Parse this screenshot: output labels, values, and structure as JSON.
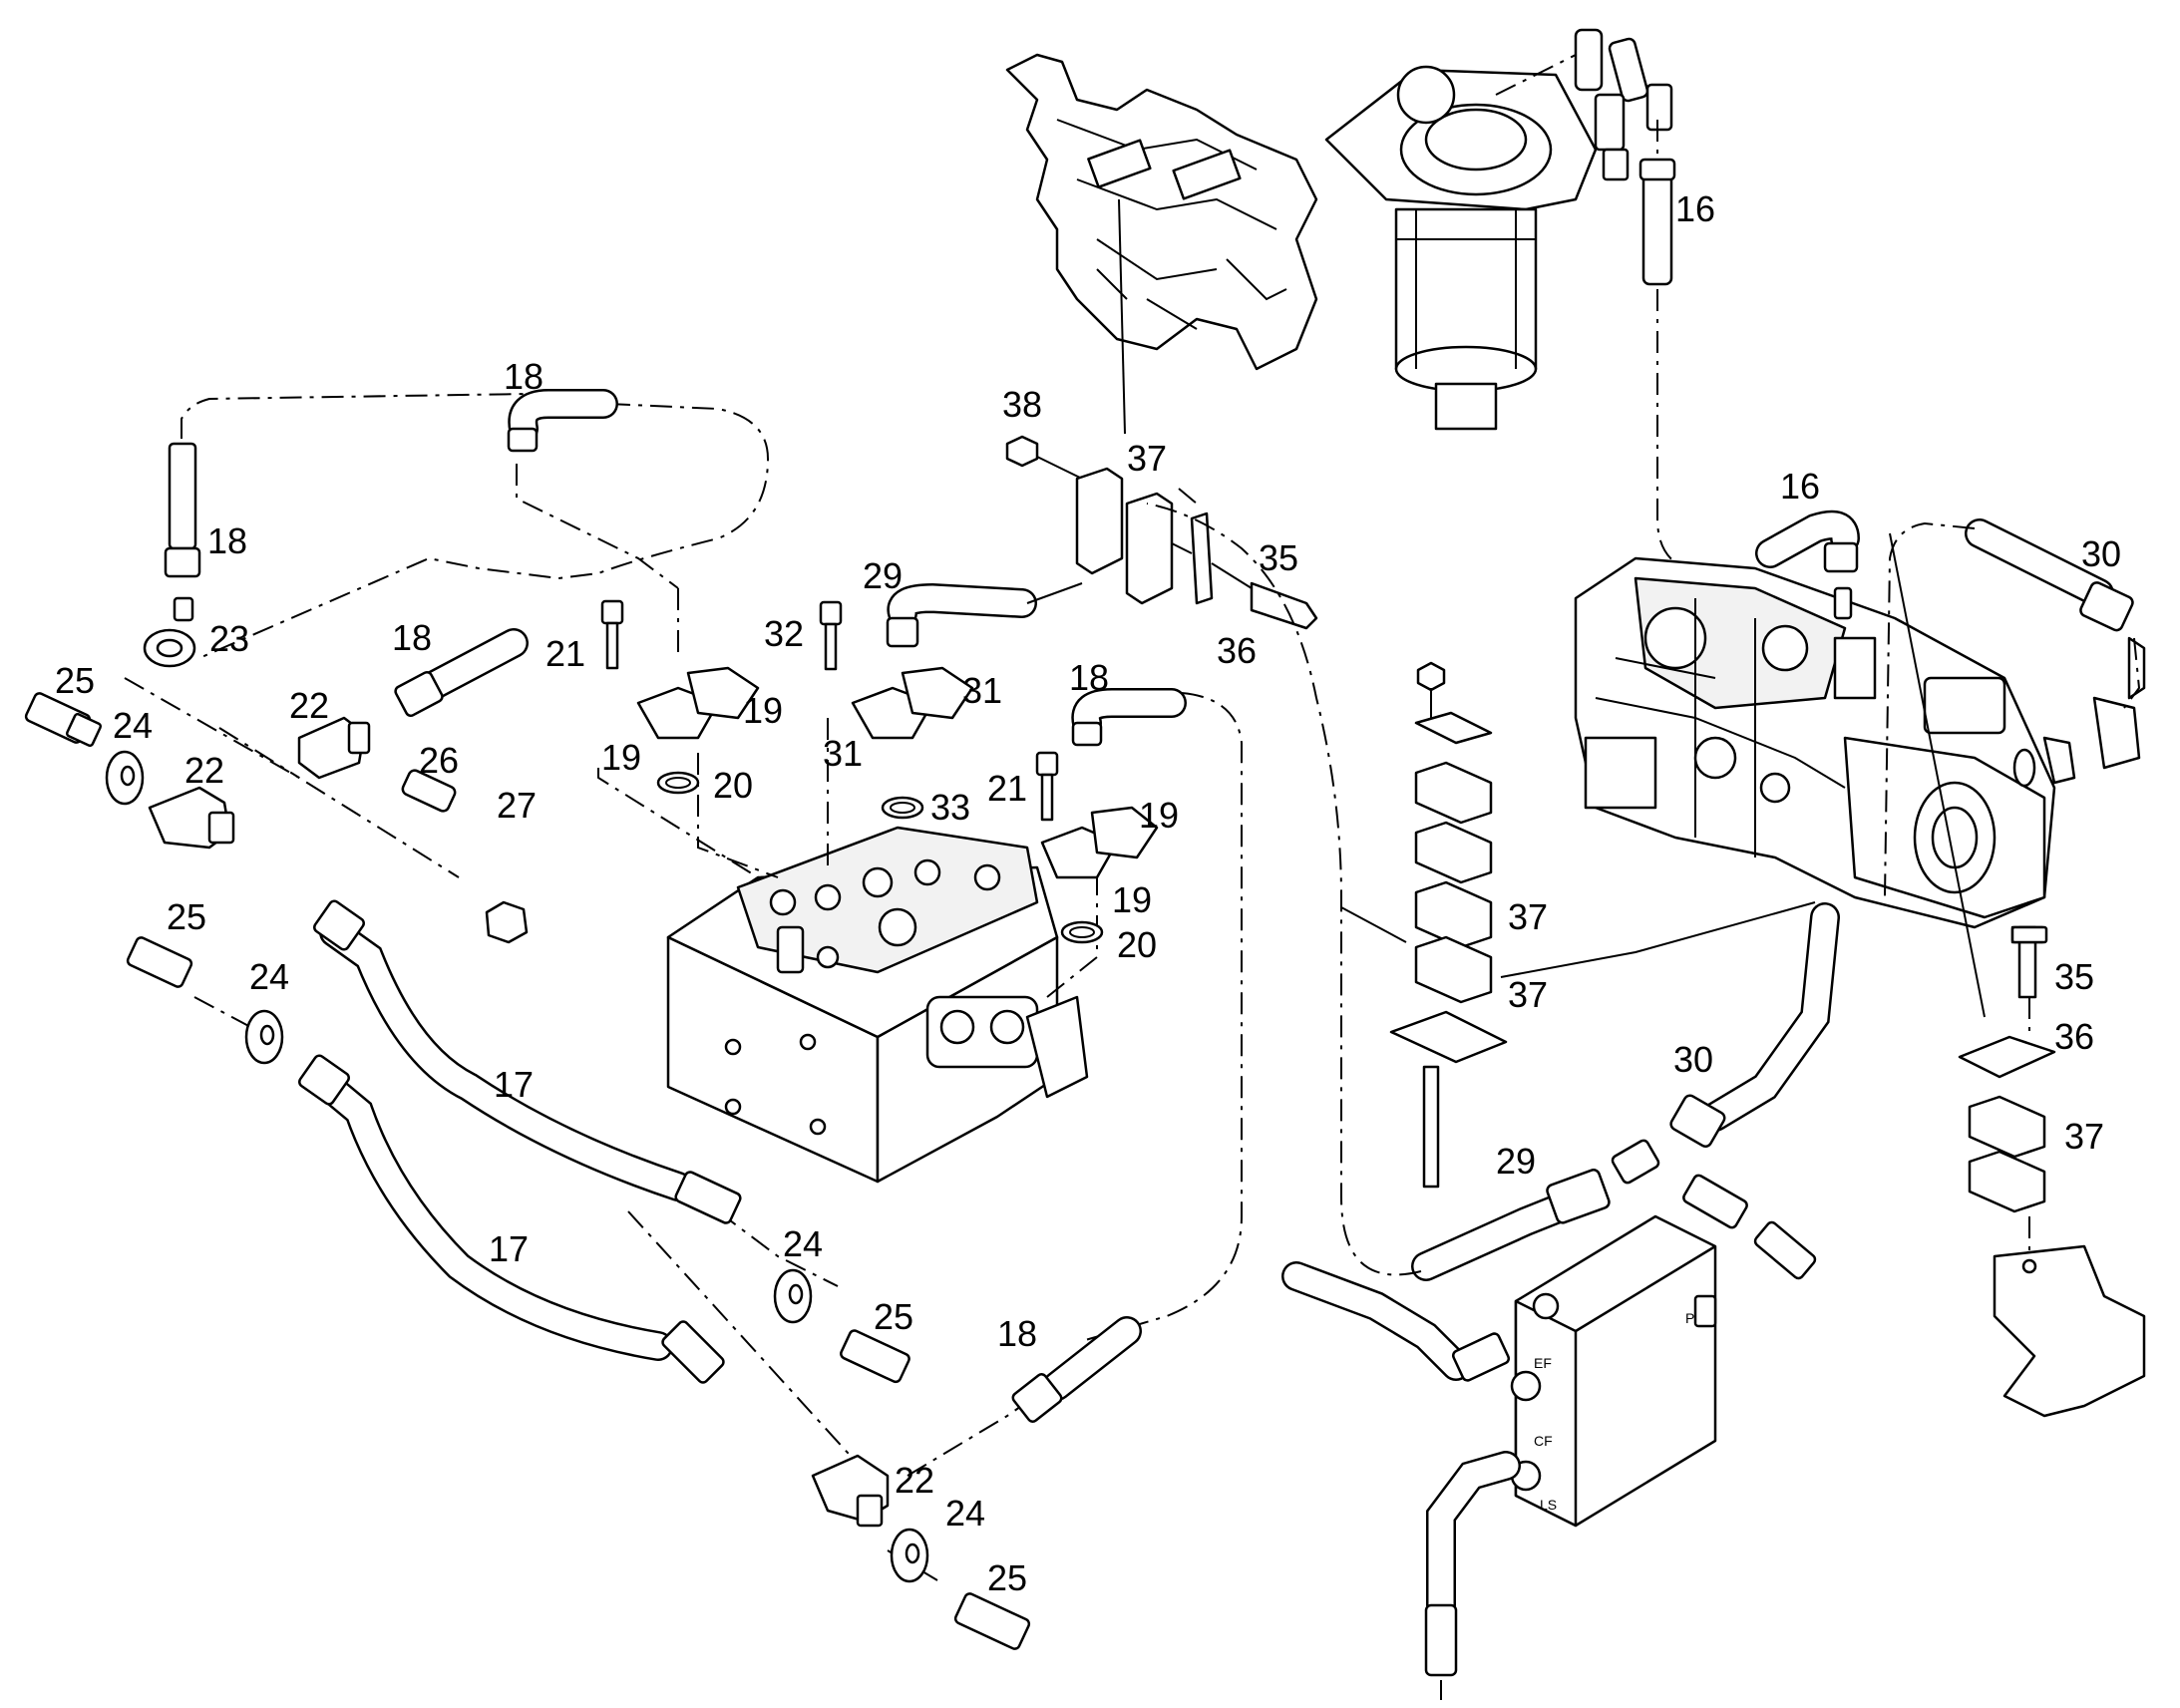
{
  "labels": [
    {
      "id": "lbl-16a",
      "text": "16"
    },
    {
      "id": "lbl-16b",
      "text": "16"
    },
    {
      "id": "lbl-17a",
      "text": "17"
    },
    {
      "id": "lbl-17b",
      "text": "17"
    },
    {
      "id": "lbl-18a",
      "text": "18"
    },
    {
      "id": "lbl-18b",
      "text": "18"
    },
    {
      "id": "lbl-18c",
      "text": "18"
    },
    {
      "id": "lbl-18d",
      "text": "18"
    },
    {
      "id": "lbl-18e",
      "text": "18"
    },
    {
      "id": "lbl-19a",
      "text": "19"
    },
    {
      "id": "lbl-19b",
      "text": "19"
    },
    {
      "id": "lbl-19c",
      "text": "19"
    },
    {
      "id": "lbl-19d",
      "text": "19"
    },
    {
      "id": "lbl-20a",
      "text": "20"
    },
    {
      "id": "lbl-20b",
      "text": "20"
    },
    {
      "id": "lbl-21a",
      "text": "21"
    },
    {
      "id": "lbl-21b",
      "text": "21"
    },
    {
      "id": "lbl-22a",
      "text": "22"
    },
    {
      "id": "lbl-22b",
      "text": "22"
    },
    {
      "id": "lbl-22c",
      "text": "22"
    },
    {
      "id": "lbl-23",
      "text": "23"
    },
    {
      "id": "lbl-24a",
      "text": "24"
    },
    {
      "id": "lbl-24b",
      "text": "24"
    },
    {
      "id": "lbl-24c",
      "text": "24"
    },
    {
      "id": "lbl-24d",
      "text": "24"
    },
    {
      "id": "lbl-25a",
      "text": "25"
    },
    {
      "id": "lbl-25b",
      "text": "25"
    },
    {
      "id": "lbl-25c",
      "text": "25"
    },
    {
      "id": "lbl-25d",
      "text": "25"
    },
    {
      "id": "lbl-26",
      "text": "26"
    },
    {
      "id": "lbl-27",
      "text": "27"
    },
    {
      "id": "lbl-29a",
      "text": "29"
    },
    {
      "id": "lbl-29b",
      "text": "29"
    },
    {
      "id": "lbl-30a",
      "text": "30"
    },
    {
      "id": "lbl-30b",
      "text": "30"
    },
    {
      "id": "lbl-31a",
      "text": "31"
    },
    {
      "id": "lbl-31b",
      "text": "31"
    },
    {
      "id": "lbl-32",
      "text": "32"
    },
    {
      "id": "lbl-33",
      "text": "33"
    },
    {
      "id": "lbl-35a",
      "text": "35"
    },
    {
      "id": "lbl-35b",
      "text": "35"
    },
    {
      "id": "lbl-36a",
      "text": "36"
    },
    {
      "id": "lbl-36b",
      "text": "36"
    },
    {
      "id": "lbl-37a",
      "text": "37"
    },
    {
      "id": "lbl-37b",
      "text": "37"
    },
    {
      "id": "lbl-37c",
      "text": "37"
    },
    {
      "id": "lbl-37d",
      "text": "37"
    },
    {
      "id": "lbl-38",
      "text": "38"
    }
  ],
  "valve_block": {
    "port_ef": "EF",
    "port_cf": "CF",
    "port_ls": "LS",
    "port_p": "P"
  }
}
